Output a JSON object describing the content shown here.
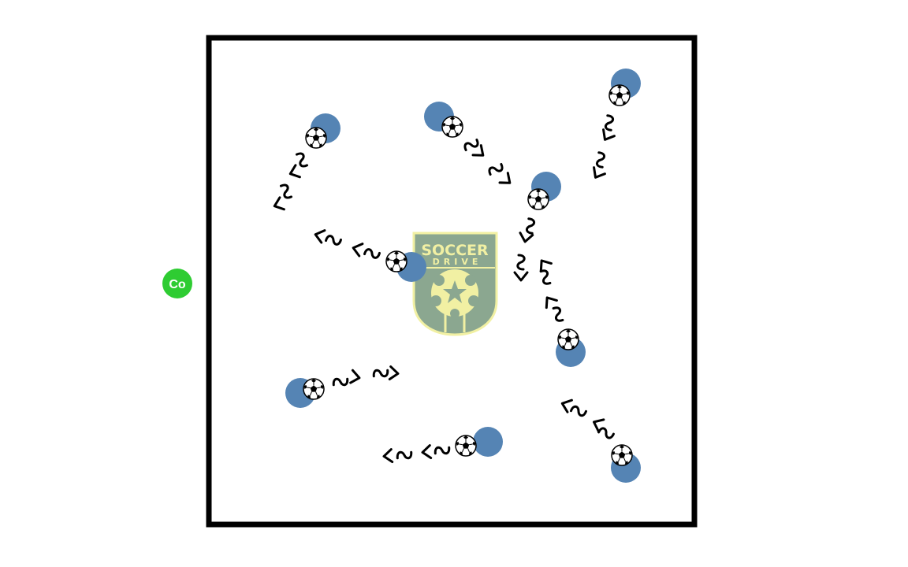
{
  "colors": {
    "field_line": "#000000",
    "player": "#5584b4",
    "coach": "#2ecc32",
    "logo_green": "#7f9e84",
    "logo_yellow": "#f0ef9a"
  },
  "coach": {
    "label": "Co",
    "icon": "coach-marker"
  },
  "logo": {
    "top_text": "SOCCER",
    "bottom_text": "DRIVE",
    "icon": "soccer-drive-shield"
  },
  "players": [
    {
      "id": "p1",
      "icon": "player-with-ball",
      "dribble_direction": "down-left"
    },
    {
      "id": "p2",
      "icon": "player-with-ball",
      "dribble_direction": "down-right"
    },
    {
      "id": "p3",
      "icon": "player-with-ball",
      "dribble_direction": "down-left"
    },
    {
      "id": "p4",
      "icon": "player-with-ball",
      "dribble_direction": "down"
    },
    {
      "id": "p5",
      "icon": "player-with-ball",
      "dribble_direction": "left"
    },
    {
      "id": "p6",
      "icon": "player-with-ball",
      "dribble_direction": "up-left"
    },
    {
      "id": "p7",
      "icon": "player-with-ball",
      "dribble_direction": "right"
    },
    {
      "id": "p8",
      "icon": "player-with-ball",
      "dribble_direction": "left"
    },
    {
      "id": "p9",
      "icon": "player-with-ball",
      "dribble_direction": "up-left"
    }
  ]
}
